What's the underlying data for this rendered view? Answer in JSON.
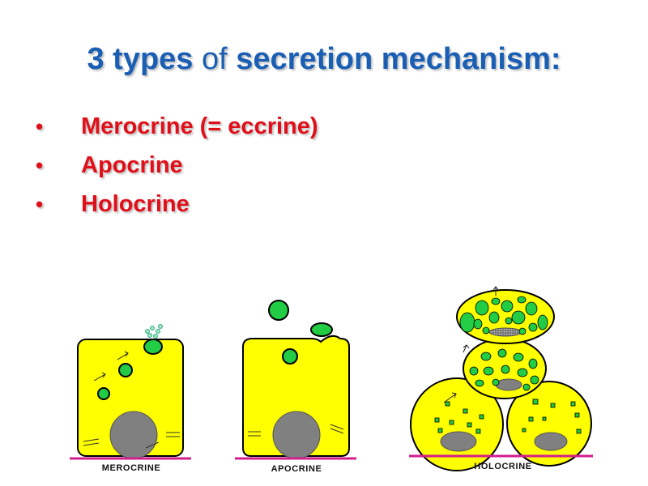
{
  "title": {
    "part1": "3 types",
    "part2": "of",
    "part3": "secretion mechanism:"
  },
  "bullets": [
    {
      "label": "Merocrine (= eccrine)"
    },
    {
      "label": "Apocrine"
    },
    {
      "label": "Holocrine"
    }
  ],
  "captions": {
    "merocrine": "MEROCRINE",
    "apocrine": "APOCRINE",
    "holocrine": "HOLOCRINE"
  },
  "colors": {
    "title": "#1a5fb4",
    "bullet": "#e0101a",
    "cell": "#ffff00",
    "vesicle": "#22cc44",
    "nucleus": "#808080",
    "membrane": "#d21e8c"
  }
}
